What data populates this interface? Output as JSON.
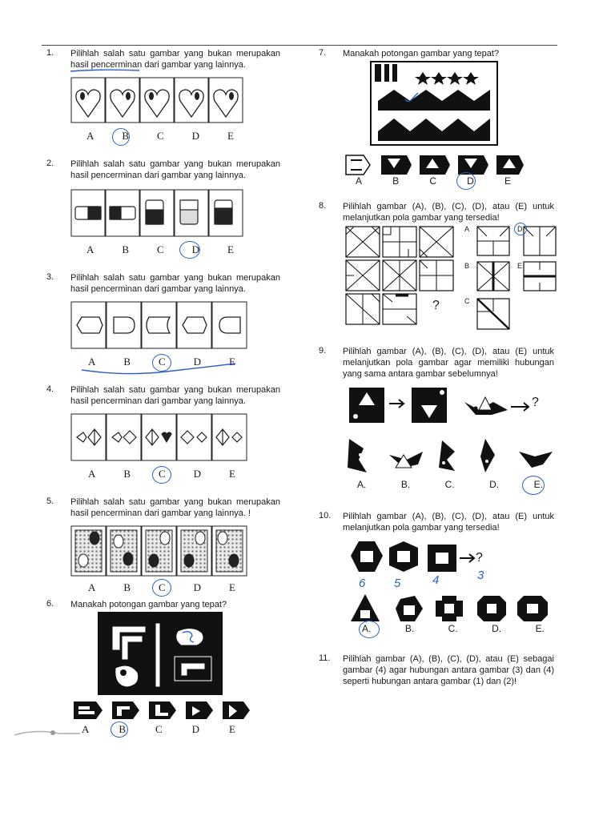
{
  "questions": {
    "q1": {
      "num": "1.",
      "text": "Pilihlah salah satu gambar yang bukan merupakan hasil pencerminan dari gambar yang lainnya.",
      "options": [
        "A",
        "B",
        "C",
        "D",
        "E"
      ]
    },
    "q2": {
      "num": "2.",
      "text": "Pilihlah salah satu gambar yang bukan merupakan hasil pencerminan dari gambar yang lainnya.",
      "options": [
        "A",
        "B",
        "C",
        "D",
        "E"
      ]
    },
    "q3": {
      "num": "3.",
      "text": "Pilihlah salah satu gambar yang bukan merupakan hasil pencerminan dari gambar yang lainnya.",
      "options": [
        "A",
        "B",
        "C",
        "D",
        "E"
      ]
    },
    "q4": {
      "num": "4.",
      "text": "Pilihlah salah satu gambar yang bukan merupakan hasil pencerminan dari gambar yang lainnya.",
      "options": [
        "A",
        "B",
        "C",
        "D",
        "E"
      ]
    },
    "q5": {
      "num": "5.",
      "text": "Pilihlah salah satu gambar yang bukan merupakan hasil pencerminan dari gambar yang lainnya. !",
      "options": [
        "A",
        "B",
        "C",
        "D",
        "E"
      ]
    },
    "q6": {
      "num": "6.",
      "text": "Manakah potongan gambar yang tepat?",
      "options": [
        "A",
        "B",
        "C",
        "D",
        "E"
      ]
    },
    "q7": {
      "num": "7.",
      "text": "Manakah potongan gambar yang tepat?",
      "options": [
        "A",
        "B",
        "C",
        "D",
        "E"
      ]
    },
    "q8": {
      "num": "8.",
      "text": "Pilihlah gambar (A), (B), (C), (D), atau (E) untuk melanjutkan pola gambar yang tersedia!",
      "options": [
        "A",
        "B",
        "C",
        "D",
        "E"
      ],
      "question_mark": "?"
    },
    "q9": {
      "num": "9.",
      "text": "Pilihlah gambar (A), (B), (C), (D), atau (E) untuk melanjutkan pola gambar agar memiliki hubungan yang sama antara gambar sebelumnya!",
      "options": [
        "A.",
        "B.",
        "C.",
        "D.",
        "E."
      ],
      "question_mark": "?"
    },
    "q10": {
      "num": "10.",
      "text": "Pilihlah gambar (A), (B), (C), (D), atau (E) untuk melanjutkan pola gambar yang tersedia!",
      "options": [
        "A.",
        "B.",
        "C.",
        "D.",
        "E."
      ],
      "question_mark": "?",
      "handwritten_counts": [
        "6",
        "5",
        "4",
        "3"
      ]
    },
    "q11": {
      "num": "11.",
      "text": "Pilihlah gambar (A), (B), (C), (D), atau (E) sebagai gambar (4) agar hubungan antara gambar (3) dan (4) seperti hubungan antara gambar (1) dan (2)!"
    }
  },
  "colors": {
    "ink": "#2b5fc7",
    "print": "#1a1a1a"
  }
}
